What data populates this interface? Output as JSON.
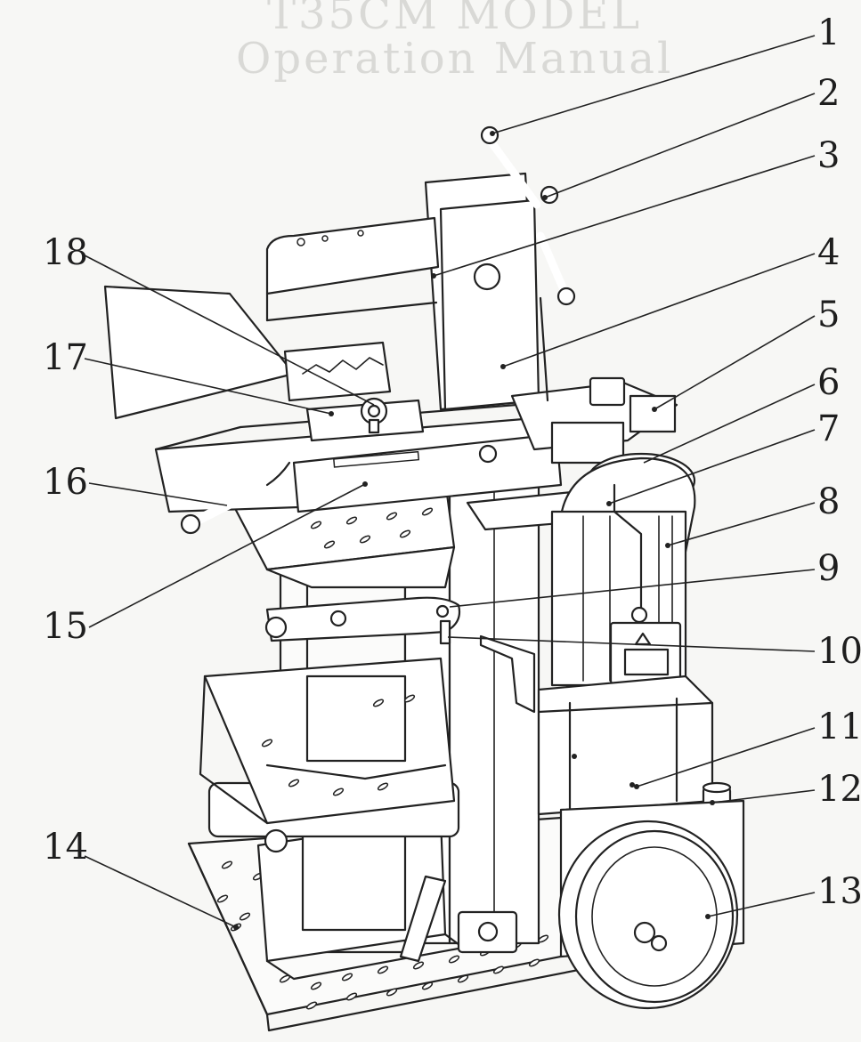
{
  "header": {
    "model": "T35CM MODEL",
    "subtitle": "Operation Manual"
  },
  "callouts": [
    "1",
    "2",
    "3",
    "4",
    "5",
    "6",
    "7",
    "8",
    "9",
    "10",
    "11",
    "12",
    "13",
    "14",
    "15",
    "16",
    "17",
    "18"
  ],
  "colors": {
    "ink": "#222222",
    "paper": "#f7f7f5",
    "ghost_text": "#d9d9d6"
  }
}
